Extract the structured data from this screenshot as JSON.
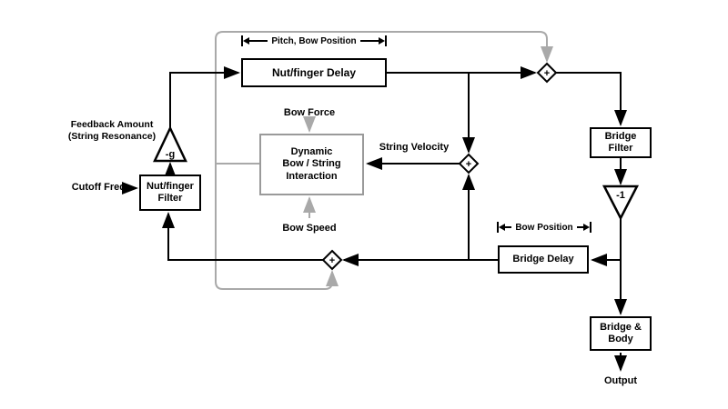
{
  "colors": {
    "wire_black": "#000000",
    "wire_gray": "#a9a9a9",
    "box_background": "#ffffff",
    "dynamic_box_border": "#9a9a9a"
  },
  "annotations": {
    "pitch_bow_position": "Pitch, Bow Position",
    "bow_position": "Bow Position"
  },
  "nodes": {
    "nut_finger_delay": {
      "label": "Nut/finger Delay"
    },
    "dynamic_interaction": {
      "line1": "Dynamic",
      "line2": "Bow / String",
      "line3": "Interaction"
    },
    "nut_finger_filter": {
      "line1": "Nut/finger",
      "line2": "Filter"
    },
    "bridge_filter": {
      "line1": "Bridge",
      "line2": "Filter"
    },
    "bridge_delay": {
      "label": "Bridge Delay"
    },
    "bridge_body": {
      "line1": "Bridge &",
      "line2": "Body"
    }
  },
  "gains": {
    "nut_feedback": "-g",
    "bridge_invert": "-1"
  },
  "adder": {
    "symbol": "+"
  },
  "labels": {
    "bow_force": "Bow Force",
    "bow_speed": "Bow Speed",
    "string_velocity": "String Velocity",
    "feedback_amount_line1": "Feedback Amount",
    "feedback_amount_line2": "(String Resonance)",
    "cutoff_freq": "Cutoff Freq",
    "output": "Output"
  }
}
